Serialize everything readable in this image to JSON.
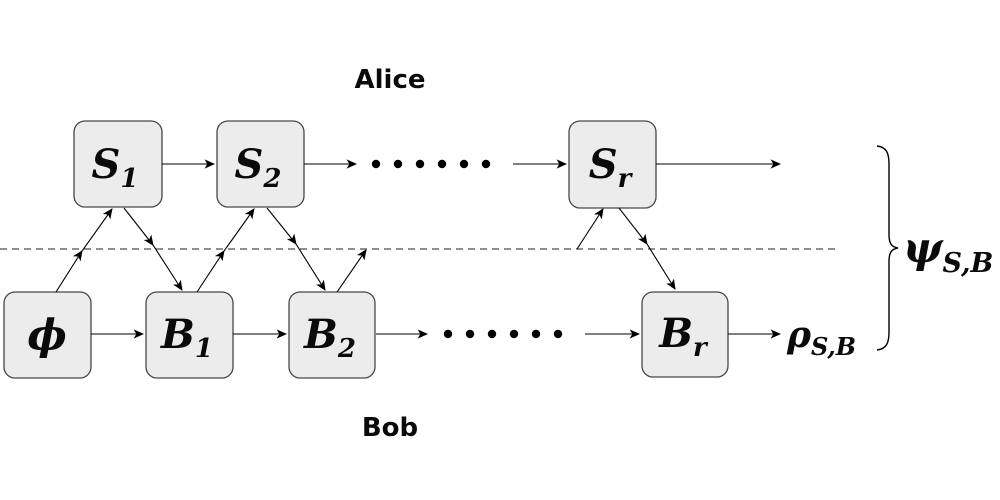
{
  "diagram": {
    "alice_label": "Alice",
    "bob_label": "Bob",
    "nodes": {
      "s1": {
        "main": "S",
        "sub": "1"
      },
      "s2": {
        "main": "S",
        "sub": "2"
      },
      "sr": {
        "main": "S",
        "sub": "r"
      },
      "phi": {
        "main": "ϕ",
        "sub": ""
      },
      "b1": {
        "main": "B",
        "sub": "1"
      },
      "b2": {
        "main": "B",
        "sub": "2"
      },
      "br": {
        "main": "B",
        "sub": "r"
      }
    },
    "outputs": {
      "rho": {
        "main": "ρ",
        "sub": "S,B"
      },
      "psi": {
        "main": "ψ",
        "sub": "S,B"
      }
    },
    "colors": {
      "box_fill": "#ececec",
      "box_border": "#474747"
    }
  }
}
